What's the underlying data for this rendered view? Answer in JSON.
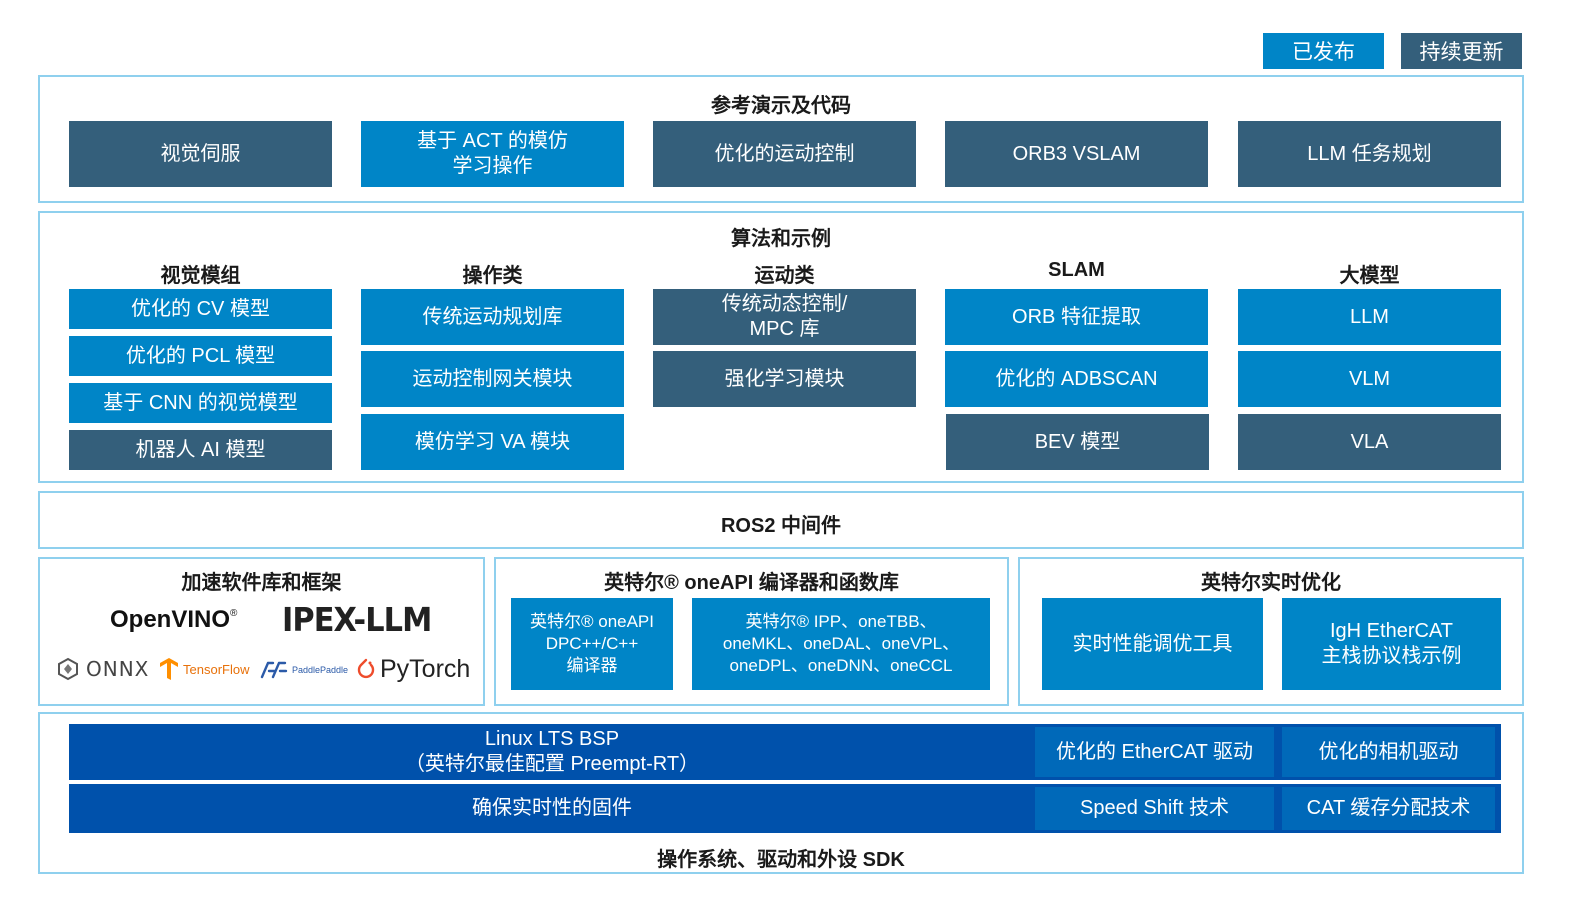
{
  "legend": {
    "published": "已发布",
    "updating": "持续更新"
  },
  "colors": {
    "published": "#0085c7",
    "updating": "#345f7b",
    "frame": "#8fd0ee",
    "bsp": "#0051ab"
  },
  "reference": {
    "title": "参考演示及代码",
    "items": [
      "视觉伺服",
      "基于 ACT 的模仿\n学习操作",
      "优化的运动控制",
      "ORB3 VSLAM",
      "LLM 任务规划"
    ]
  },
  "algorithms": {
    "title": "算法和示例",
    "columns": [
      {
        "header": "视觉模组",
        "items": [
          "优化的 CV 模型",
          "优化的 PCL 模型",
          "基于 CNN 的视觉模型",
          "机器人 AI 模型"
        ]
      },
      {
        "header": "操作类",
        "items": [
          "传统运动规划库",
          "运动控制网关模块",
          "模仿学习 VA 模块"
        ]
      },
      {
        "header": "运动类",
        "items": [
          "传统动态控制/\nMPC 库",
          "强化学习模块"
        ]
      },
      {
        "header": "SLAM",
        "items": [
          "ORB 特征提取",
          "优化的 ADBSCAN",
          "BEV 模型"
        ]
      },
      {
        "header": "大模型",
        "items": [
          "LLM",
          "VLM",
          "VLA"
        ]
      }
    ]
  },
  "ros": {
    "title": "ROS2 中间件"
  },
  "accel": {
    "title": "加速软件库和框架",
    "logos": {
      "openvino": "OpenVINO",
      "ipex": "IPEX-LLM",
      "onnx": "ONNX",
      "tensorflow": "TensorFlow",
      "paddle": "PaddlePaddle",
      "pytorch": "PyTorch"
    }
  },
  "oneapi": {
    "title": "英特尔® oneAPI 编译器和函数库",
    "items": [
      "英特尔® oneAPI\nDPC++/C++\n编译器",
      "英特尔® IPP、oneTBB、\noneMKL、oneDAL、oneVPL、\noneDPL、oneDNN、oneCCL"
    ]
  },
  "realtime": {
    "title": "英特尔实时优化",
    "items": [
      "实时性能调优工具",
      "IgH EtherCAT\n主栈协议栈示例"
    ]
  },
  "os": {
    "title": "操作系统、驱动和外设 SDK",
    "bsp": "Linux LTS BSP\n（英特尔最佳配置 Preempt-RT）",
    "ethercat": "优化的 EtherCAT 驱动",
    "camera": "优化的相机驱动",
    "firmware": "确保实时性的固件",
    "speedshift": "Speed Shift 技术",
    "cat": "CAT 缓存分配技术"
  }
}
